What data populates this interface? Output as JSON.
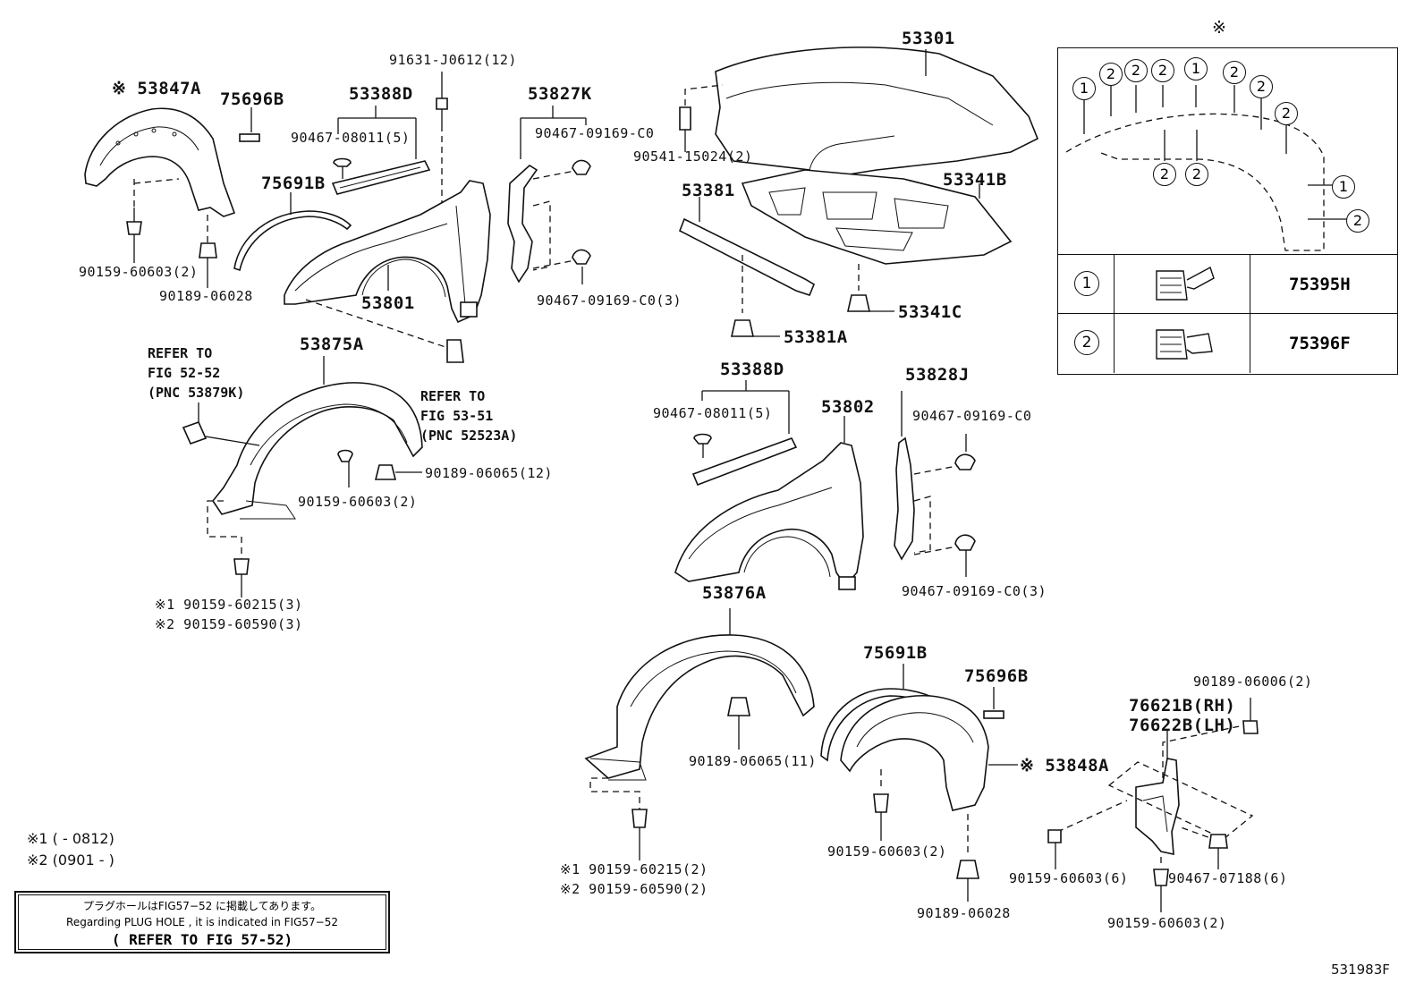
{
  "diagram_id": "531983F",
  "parts": {
    "p53847A": "※ 53847A",
    "p75696B_a": "75696B",
    "p53388D_a": "53388D",
    "p91631": "91631-J0612(12)",
    "p90467_08011_a": "90467-08011(5)",
    "p75691B_a": "75691B",
    "p53827K": "53827K",
    "p90467_09169_a": "90467-09169-C0",
    "p90467_09169_b": "90467-09169-C0(3)",
    "p90159_60603_a": "90159-60603(2)",
    "p90189_06028_a": "90189-06028",
    "p53801": "53801",
    "p53301": "53301",
    "p90541": "90541-15024(2)",
    "p53381": "53381",
    "p53341B": "53341B",
    "p53341C": "53341C",
    "p53381A": "53381A",
    "p53875A": "53875A",
    "p90189_06065_a": "90189-06065(12)",
    "p90159_60603_b": "90159-60603(2)",
    "p90159_60215_a": "※1 90159-60215(3)",
    "p90159_60590_a": "※2 90159-60590(3)",
    "p53388D_b": "53388D",
    "p90467_08011_b": "90467-08011(5)",
    "p53802": "53802",
    "p53828J": "53828J",
    "p90467_09169_c": "90467-09169-C0",
    "p90467_09169_d": "90467-09169-C0(3)",
    "p53876A": "53876A",
    "p90189_06065_b": "90189-06065(11)",
    "p90159_60215_b": "※1 90159-60215(2)",
    "p90159_60590_b": "※2 90159-60590(2)",
    "p75691B_b": "75691B",
    "p75696B_b": "75696B",
    "p53848A": "※ 53848A",
    "p90159_60603_c": "90159-60603(2)",
    "p90189_06028_b": "90189-06028",
    "p90189_06006": "90189-06006(2)",
    "p76621B": "76621B(RH)",
    "p76622B": "76622B(LH)",
    "p90159_60603_d": "90159-60603(6)",
    "p90467_07188": "90467-07188(6)",
    "p90159_60603_e": "90159-60603(2)"
  },
  "refs": {
    "ref1_l1": "REFER TO",
    "ref1_l2": "FIG 52-52",
    "ref1_l3": "(PNC 53879K)",
    "ref2_l1": "REFER TO",
    "ref2_l2": "FIG 53-51",
    "ref2_l3": "(PNC 52523A)"
  },
  "legend": {
    "mark": "※",
    "row1_num": "1",
    "row1_pn": "75395H",
    "row2_num": "2",
    "row2_pn": "75396F",
    "callouts": [
      "1",
      "2",
      "2",
      "2",
      "1",
      "2",
      "2",
      "2",
      "2",
      "2",
      "1",
      "2"
    ]
  },
  "footnotes": {
    "fn1": "※1 (        - 0812)",
    "fn2": "※2 (0901 -        )"
  },
  "plug_hole": {
    "jp": "プラグホールはFIG57−52 に掲載してあります。",
    "en": "Regarding  PLUG HOLE , it is indicated  in  FIG57−52",
    "refer": "( REFER TO FIG 57-52)"
  }
}
